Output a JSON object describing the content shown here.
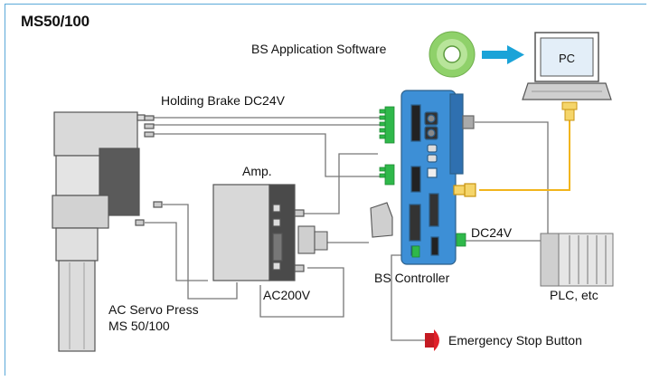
{
  "title": "MS50/100",
  "labels": {
    "software": "BS Application Software",
    "pc": "PC",
    "holding_brake": "Holding Brake DC24V",
    "amp": "Amp.",
    "ac200v": "AC200V",
    "bs_controller": "BS Controller",
    "dc24v": "DC24V",
    "plc": "PLC, etc",
    "servo_press_line1": "AC Servo Press",
    "servo_press_line2": "MS 50/100",
    "emergency_stop": "Emergency Stop Button"
  },
  "colors": {
    "frame": "#5aa9d8",
    "controller": "#3d8fd6",
    "connector_green": "#2fb84a",
    "arrow": "#1aa3d8",
    "cd": "#8fd16a",
    "ethernet_cable": "#f2b51c",
    "estop": "#e0202a"
  },
  "icons": [
    "cd-icon",
    "arrow-right-icon",
    "laptop-icon",
    "servo-press-icon",
    "amplifier-icon",
    "controller-icon",
    "plc-icon",
    "emergency-stop-icon"
  ]
}
